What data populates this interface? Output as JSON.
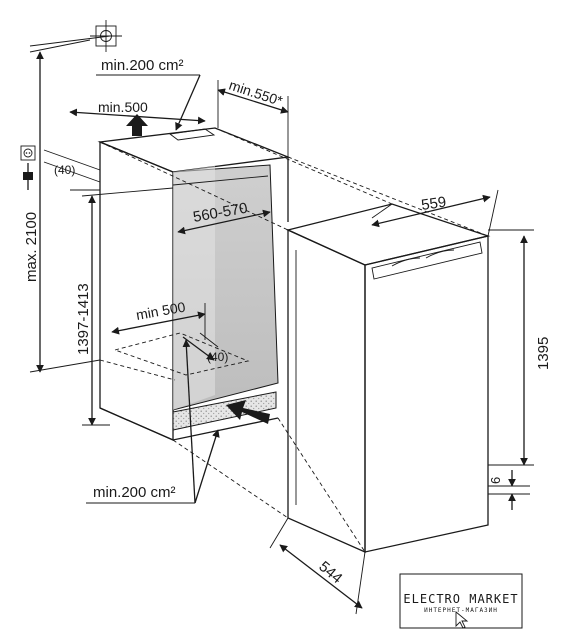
{
  "dimensions": {
    "vent_top": "min.200 cm²",
    "depth_top": "min.550",
    "depth_top_mark": "*",
    "top_clearance": "min.500",
    "max_height": "max. 2100",
    "offset_top": "(40)",
    "niche_width": "560-570",
    "niche_height": "1397-1413",
    "bottom_clearance": "min 500",
    "offset_bottom": "(40)",
    "vent_bottom": "min.200 cm²",
    "appliance_width": "559",
    "appliance_height": "1395",
    "plinth": "6",
    "appliance_depth": "544"
  },
  "watermark": {
    "brand": "ELECTRO MARKET",
    "tagline": "ИНТЕРНЕТ-МАГАЗИН"
  },
  "icons": [
    "plumb-target-icon",
    "power-socket-icon",
    "power-plug-icon",
    "airflow-arrow-icon",
    "cursor-icon"
  ]
}
